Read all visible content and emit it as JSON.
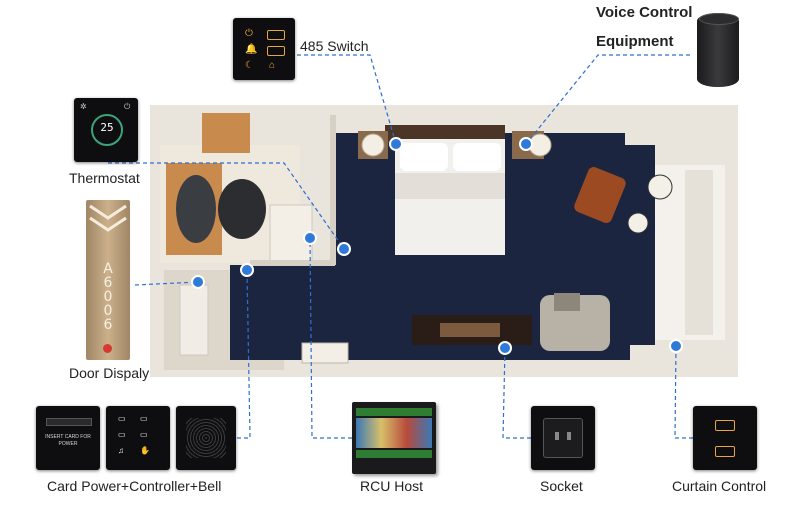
{
  "labels": {
    "switch_485": "485 Switch",
    "voice_control_line1": "Voice Control",
    "voice_control_line2": "Equipment",
    "thermostat": "Thermostat",
    "door_display": "Door Dispaly",
    "card_power": "Card Power+Controller+Bell",
    "rcu_host": "RCU Host",
    "socket": "Socket",
    "curtain_control": "Curtain Control"
  },
  "devices": {
    "thermostat_reading": "25",
    "door_plate_text": "A6006",
    "card_text": "INSERT CARD FOR POWER"
  },
  "colors": {
    "connector": "#2d6fd1",
    "connector_dot": "#2f7ad8",
    "device_panel": "#0e0e10",
    "accent_amber": "#e7a640",
    "carpet": "#1c2540",
    "wall": "#ece7df"
  }
}
